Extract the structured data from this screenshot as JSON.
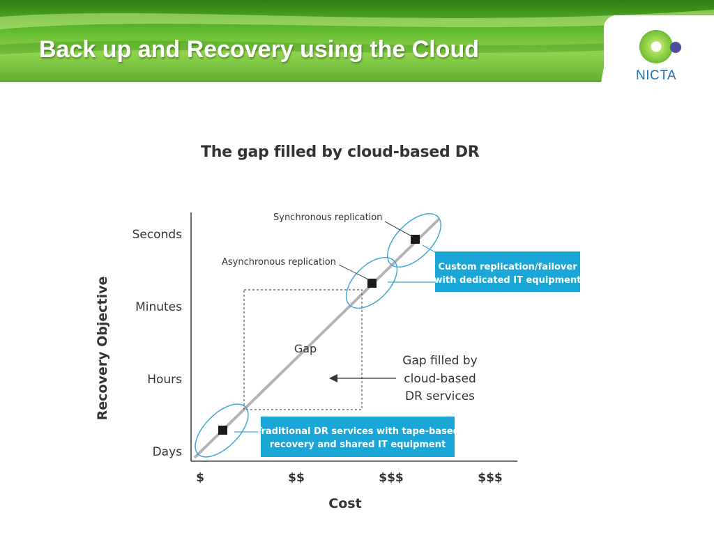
{
  "slide": {
    "title": "Back up and Recovery using the Cloud",
    "logo_text": "NICTA"
  },
  "diagram": {
    "title": "The gap filled by cloud-based DR",
    "y_axis_title": "Recovery Objective",
    "x_axis_title": "Cost",
    "y_levels": [
      "Seconds",
      "Minutes",
      "Hours",
      "Days"
    ],
    "x_levels": [
      "$",
      "$$",
      "$$$",
      "$$$"
    ],
    "points": [
      {
        "label": "Synchronous replication"
      },
      {
        "label": "Asynchronous replication"
      }
    ],
    "boxes": {
      "custom": [
        "Custom replication/failover",
        "with dedicated IT equipment"
      ],
      "traditional": [
        "Traditional DR services with tape-based",
        "recovery and shared IT equipment"
      ]
    },
    "gap_label": "Gap",
    "gap_filled_text": [
      "Gap filled by",
      "cloud-based",
      "DR services"
    ]
  },
  "colors": {
    "banner_green": "#4aa526",
    "box_blue": "#1ba6d8",
    "ellipse_blue": "#3fa9d4",
    "logo_blue": "#1a74b8"
  }
}
